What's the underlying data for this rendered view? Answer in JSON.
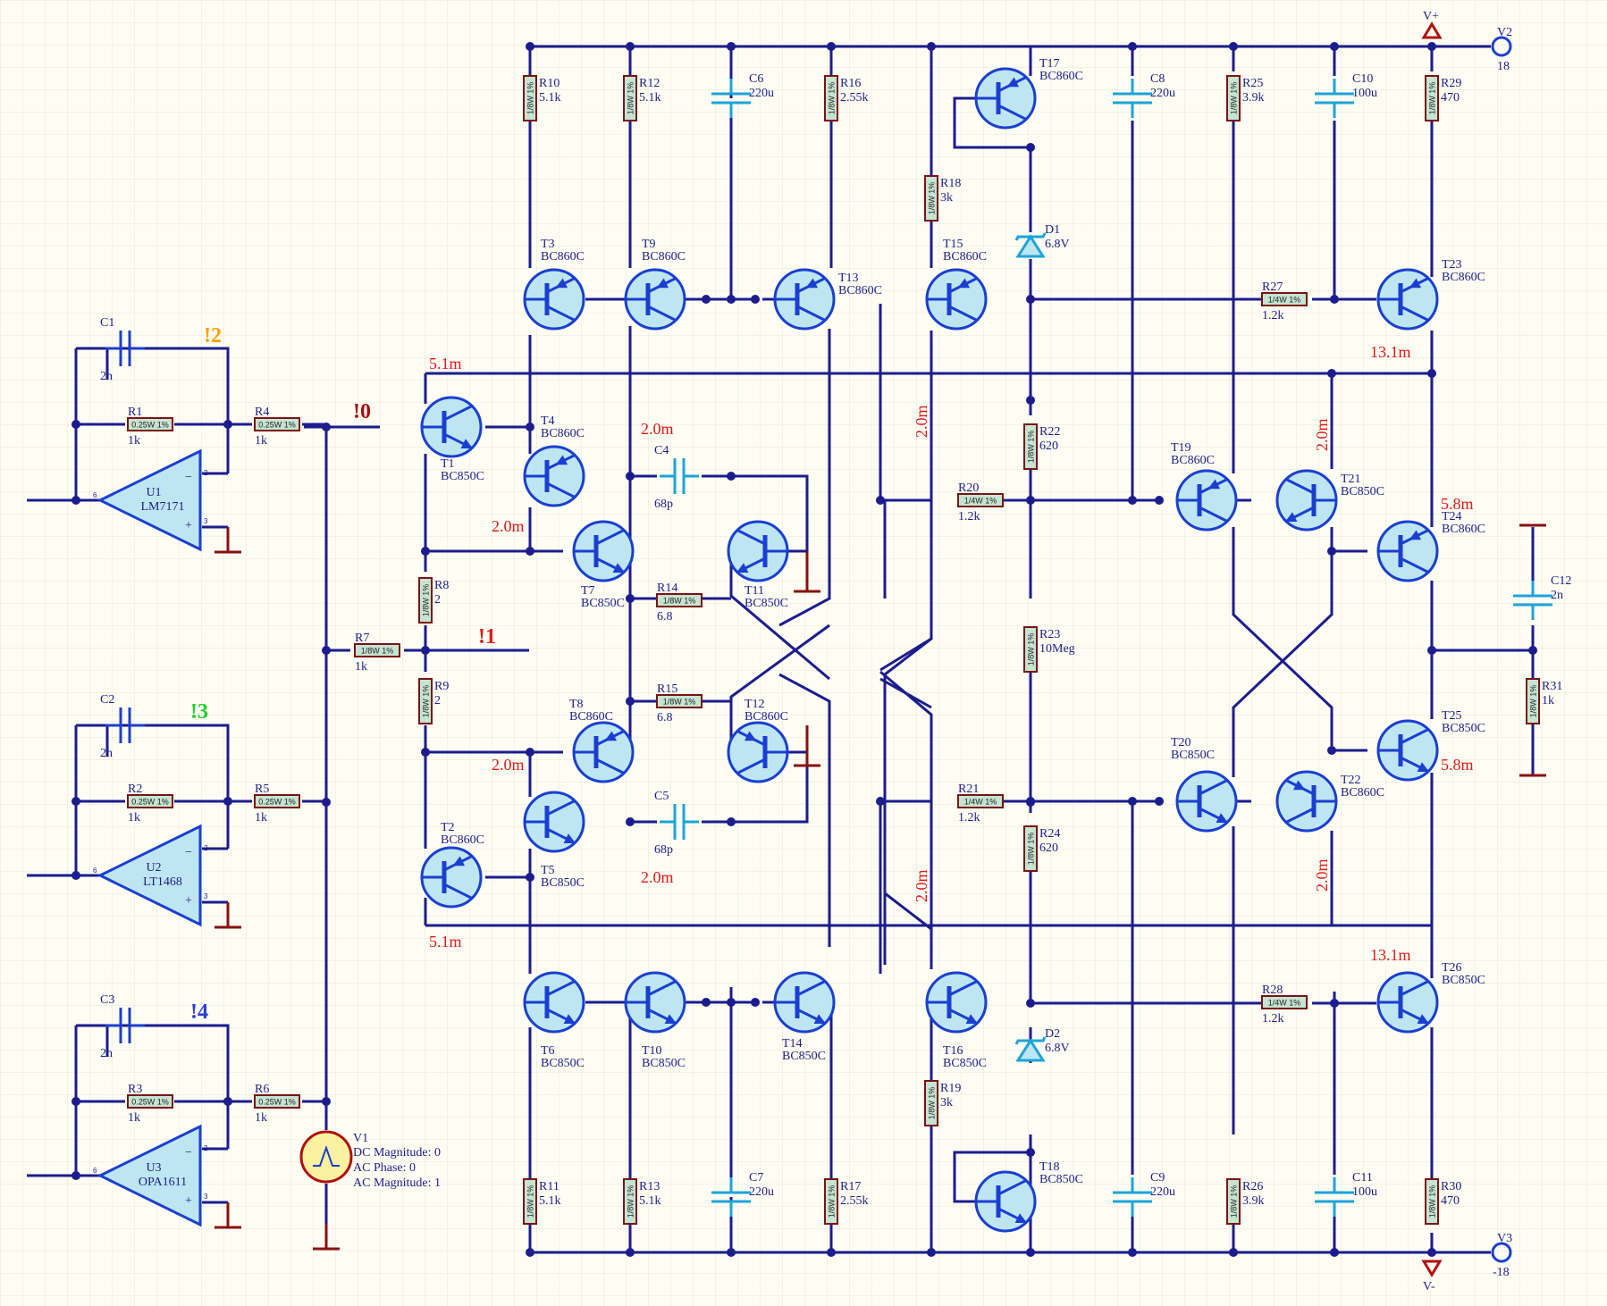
{
  "colors": {
    "wire": "#1c1c8e",
    "component": "#1a3fd0",
    "fill": "#bde6f2",
    "resistor_fill": "#c5e4d2",
    "resistor_border": "#7a1414",
    "ground": "#8a1010",
    "measure": "#e01818",
    "cap": "#1da4d8",
    "grid": "#e6e6da"
  },
  "probes": [
    {
      "text": "!0",
      "color": "#a01010"
    },
    {
      "text": "!1",
      "color": "#e81818"
    },
    {
      "text": "!2",
      "color": "#ff9d00"
    },
    {
      "text": "!3",
      "color": "#1ed02a"
    },
    {
      "text": "!4",
      "color": "#2a3fd8"
    }
  ],
  "opamps": [
    {
      "ref": "U1",
      "part": "LM7171"
    },
    {
      "ref": "U2",
      "part": "LT1468"
    },
    {
      "ref": "U3",
      "part": "OPA1611"
    }
  ],
  "opamp_pins": {
    "inv": "2",
    "noninv": "3",
    "out": "6",
    "minus": "−",
    "plus": "+"
  },
  "resistors": {
    "R1": {
      "ref": "R1",
      "value": "1k",
      "rating": "0.25W 1%"
    },
    "R2": {
      "ref": "R2",
      "value": "1k",
      "rating": "0.25W 1%"
    },
    "R3": {
      "ref": "R3",
      "value": "1k",
      "rating": "0.25W 1%"
    },
    "R4": {
      "ref": "R4",
      "value": "1k",
      "rating": "0.25W 1%"
    },
    "R5": {
      "ref": "R5",
      "value": "1k",
      "rating": "0.25W 1%"
    },
    "R6": {
      "ref": "R6",
      "value": "1k",
      "rating": "0.25W 1%"
    },
    "R7": {
      "ref": "R7",
      "value": "1k",
      "rating": "1/8W 1%"
    },
    "R8": {
      "ref": "R8",
      "value": "2",
      "rating": "1/8W 1%"
    },
    "R9": {
      "ref": "R9",
      "value": "2",
      "rating": "1/8W 1%"
    },
    "R10": {
      "ref": "R10",
      "value": "5.1k",
      "rating": "1/8W 1%"
    },
    "R11": {
      "ref": "R11",
      "value": "5.1k",
      "rating": "1/8W 1%"
    },
    "R12": {
      "ref": "R12",
      "value": "5.1k",
      "rating": "1/8W 1%"
    },
    "R13": {
      "ref": "R13",
      "value": "5.1k",
      "rating": "1/8W 1%"
    },
    "R14": {
      "ref": "R14",
      "value": "6.8",
      "rating": "1/8W 1%"
    },
    "R15": {
      "ref": "R15",
      "value": "6.8",
      "rating": "1/8W 1%"
    },
    "R16": {
      "ref": "R16",
      "value": "2.55k",
      "rating": "1/8W 1%"
    },
    "R17": {
      "ref": "R17",
      "value": "2.55k",
      "rating": "1/8W 1%"
    },
    "R18": {
      "ref": "R18",
      "value": "3k",
      "rating": "1/8W 1%"
    },
    "R19": {
      "ref": "R19",
      "value": "3k",
      "rating": "1/8W 1%"
    },
    "R20": {
      "ref": "R20",
      "value": "1.2k",
      "rating": "1/4W 1%"
    },
    "R21": {
      "ref": "R21",
      "value": "1.2k",
      "rating": "1/4W 1%"
    },
    "R22": {
      "ref": "R22",
      "value": "620",
      "rating": "1/8W 1%"
    },
    "R23": {
      "ref": "R23",
      "value": "10Meg",
      "rating": "1/8W 1%"
    },
    "R24": {
      "ref": "R24",
      "value": "620",
      "rating": "1/8W 1%"
    },
    "R25": {
      "ref": "R25",
      "value": "3.9k",
      "rating": "1/8W 1%"
    },
    "R26": {
      "ref": "R26",
      "value": "3.9k",
      "rating": "1/8W 1%"
    },
    "R27": {
      "ref": "R27",
      "value": "1.2k",
      "rating": "1/4W 1%"
    },
    "R28": {
      "ref": "R28",
      "value": "1.2k",
      "rating": "1/4W 1%"
    },
    "R29": {
      "ref": "R29",
      "value": "470",
      "rating": "1/8W 1%"
    },
    "R30": {
      "ref": "R30",
      "value": "470",
      "rating": "1/8W 1%"
    },
    "R31": {
      "ref": "R31",
      "value": "1k",
      "rating": "1/8W 1%"
    }
  },
  "capacitors": {
    "C1": {
      "ref": "C1",
      "value": "2n"
    },
    "C2": {
      "ref": "C2",
      "value": "2n"
    },
    "C3": {
      "ref": "C3",
      "value": "2n"
    },
    "C4": {
      "ref": "C4",
      "value": "68p"
    },
    "C5": {
      "ref": "C5",
      "value": "68p"
    },
    "C6": {
      "ref": "C6",
      "value": "220u"
    },
    "C7": {
      "ref": "C7",
      "value": "220u"
    },
    "C8": {
      "ref": "C8",
      "value": "220u"
    },
    "C9": {
      "ref": "C9",
      "value": "220u"
    },
    "C10": {
      "ref": "C10",
      "value": "100u"
    },
    "C11": {
      "ref": "C11",
      "value": "100u"
    },
    "C12": {
      "ref": "C12",
      "value": "2n"
    }
  },
  "transistors": {
    "T1": {
      "ref": "T1",
      "part": "BC850C"
    },
    "T2": {
      "ref": "T2",
      "part": "BC860C"
    },
    "T3": {
      "ref": "T3",
      "part": "BC860C"
    },
    "T4": {
      "ref": "T4",
      "part": "BC860C"
    },
    "T5": {
      "ref": "T5",
      "part": "BC850C"
    },
    "T6": {
      "ref": "T6",
      "part": "BC850C"
    },
    "T7": {
      "ref": "T7",
      "part": "BC850C"
    },
    "T8": {
      "ref": "T8",
      "part": "BC860C"
    },
    "T9": {
      "ref": "T9",
      "part": "BC860C"
    },
    "T10": {
      "ref": "T10",
      "part": "BC850C"
    },
    "T11": {
      "ref": "T11",
      "part": "BC850C"
    },
    "T12": {
      "ref": "T12",
      "part": "BC860C"
    },
    "T13": {
      "ref": "T13",
      "part": "BC860C"
    },
    "T14": {
      "ref": "T14",
      "part": "BC850C"
    },
    "T15": {
      "ref": "T15",
      "part": "BC860C"
    },
    "T16": {
      "ref": "T16",
      "part": "BC850C"
    },
    "T17": {
      "ref": "T17",
      "part": "BC860C"
    },
    "T18": {
      "ref": "T18",
      "part": "BC850C"
    },
    "T19": {
      "ref": "T19",
      "part": "BC860C"
    },
    "T20": {
      "ref": "T20",
      "part": "BC850C"
    },
    "T21": {
      "ref": "T21",
      "part": "BC850C"
    },
    "T22": {
      "ref": "T22",
      "part": "BC860C"
    },
    "T23": {
      "ref": "T23",
      "part": "BC860C"
    },
    "T24": {
      "ref": "T24",
      "part": "BC860C"
    },
    "T25": {
      "ref": "T25",
      "part": "BC850C"
    },
    "T26": {
      "ref": "T26",
      "part": "BC850C"
    }
  },
  "diodes": {
    "D1": {
      "ref": "D1",
      "value": "6.8V"
    },
    "D2": {
      "ref": "D2",
      "value": "6.8V"
    }
  },
  "sources": {
    "V1": {
      "ref": "V1",
      "lines": [
        "DC Magnitude: 0",
        "AC Phase: 0",
        "AC Magnitude: 1"
      ]
    },
    "V2": {
      "ref": "V2",
      "value": "18"
    },
    "V3": {
      "ref": "V3",
      "value": "-18"
    }
  },
  "rails": {
    "pos": "V+",
    "neg": "V-"
  },
  "measurements": {
    "m1": "5.1m",
    "m2": "2.0m",
    "m3": "2.0m",
    "m4": "2.0m",
    "m5": "2.0m",
    "m6": "5.1m",
    "m7": "2.0m",
    "m8": "2.0m",
    "m9": "13.1m",
    "m10": "2.0m",
    "m11": "5.8m",
    "m12": "5.8m",
    "m13": "2.0m",
    "m14": "13.1m"
  }
}
